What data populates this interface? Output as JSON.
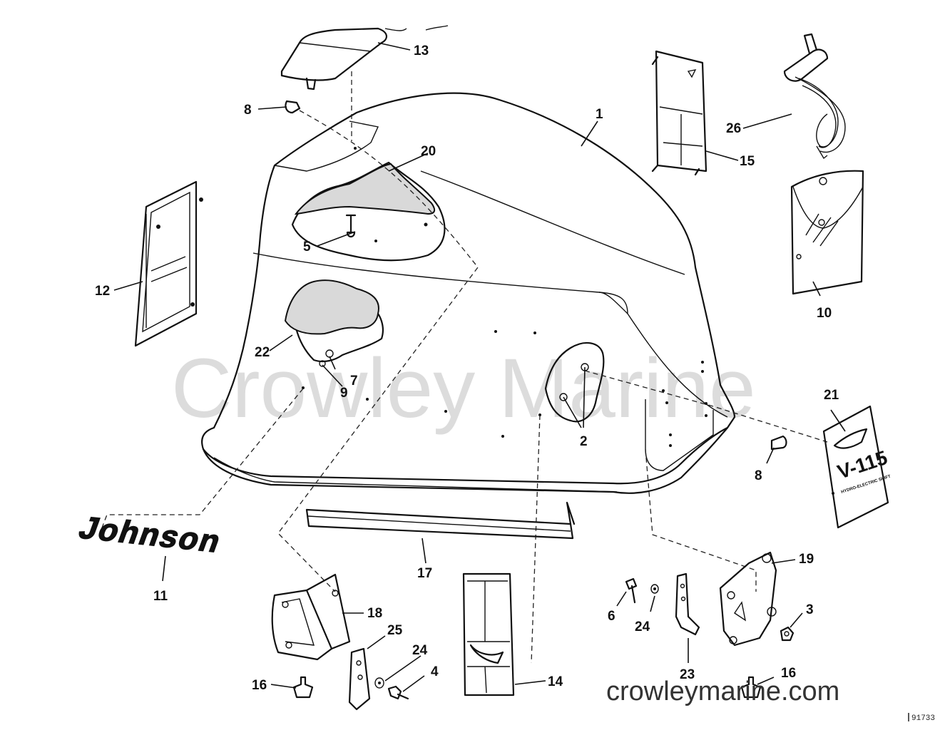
{
  "watermark": "Crowley Marine",
  "site_url": "crowleymarine.com",
  "figure_ref": "91733",
  "decals": {
    "brand": "Johnson",
    "model": "V-115",
    "subtitle": "HYDRO-ELECTRIC SHIFT"
  },
  "part_labels": {
    "p1": "1",
    "p2": "2",
    "p3": "3",
    "p4": "4",
    "p5": "5",
    "p6": "6",
    "p7": "7",
    "p8a": "8",
    "p8b": "8",
    "p9": "9",
    "p10": "10",
    "p11": "11",
    "p12": "12",
    "p13": "13",
    "p14": "14",
    "p15": "15",
    "p16a": "16",
    "p16b": "16",
    "p17": "17",
    "p18": "18",
    "p19": "19",
    "p20": "20",
    "p21": "21",
    "p22": "22",
    "p23": "23",
    "p24a": "24",
    "p24b": "24",
    "p25": "25",
    "p26": "26"
  }
}
